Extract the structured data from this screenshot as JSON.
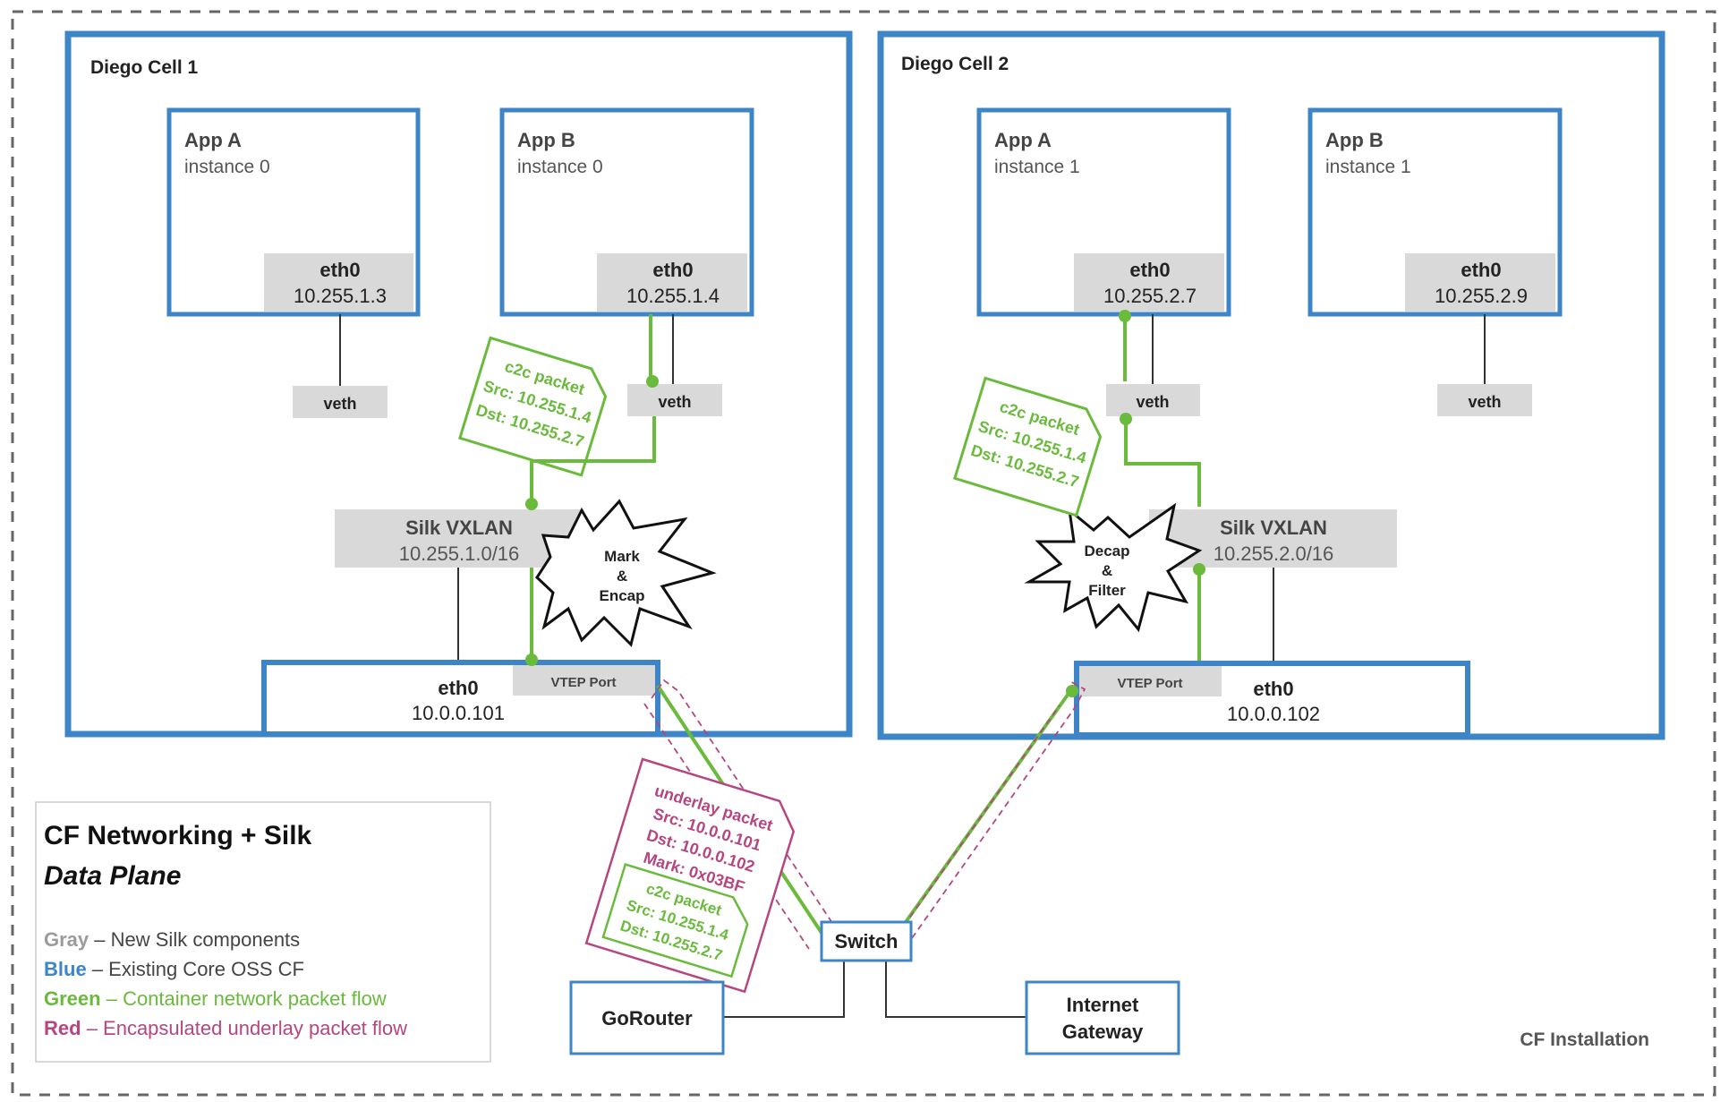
{
  "installation_label": "CF Installation",
  "cells": [
    {
      "title": "Diego Cell 1",
      "apps": [
        {
          "name": "App A",
          "instance": "instance 0",
          "iface": "eth0",
          "ip": "10.255.1.3",
          "veth": "veth"
        },
        {
          "name": "App B",
          "instance": "instance 0",
          "iface": "eth0",
          "ip": "10.255.1.4",
          "veth": "veth"
        }
      ],
      "silk": {
        "name": "Silk VXLAN",
        "subnet": "10.255.1.0/16"
      },
      "burst": [
        "Mark",
        "&",
        "Encap"
      ],
      "host": {
        "iface": "eth0",
        "ip": "10.0.0.101",
        "vtep": "VTEP Port"
      },
      "packet": [
        "c2c packet",
        "Src: 10.255.1.4",
        "Dst: 10.255.2.7"
      ]
    },
    {
      "title": "Diego Cell 2",
      "apps": [
        {
          "name": "App A",
          "instance": "instance 1",
          "iface": "eth0",
          "ip": "10.255.2.7",
          "veth": "veth"
        },
        {
          "name": "App B",
          "instance": "instance 1",
          "iface": "eth0",
          "ip": "10.255.2.9",
          "veth": "veth"
        }
      ],
      "silk": {
        "name": "Silk VXLAN",
        "subnet": "10.255.2.0/16"
      },
      "burst": [
        "Decap",
        "&",
        "Filter"
      ],
      "host": {
        "iface": "eth0",
        "ip": "10.0.0.102",
        "vtep": "VTEP Port"
      },
      "packet": [
        "c2c packet",
        "Src: 10.255.1.4",
        "Dst: 10.255.2.7"
      ]
    }
  ],
  "underlay_packet": [
    "underlay packet",
    "Src: 10.0.0.101",
    "Dst: 10.0.0.102",
    "Mark: 0x03BF"
  ],
  "inner_packet": [
    "c2c packet",
    "Src: 10.255.1.4",
    "Dst: 10.255.2.7"
  ],
  "switch_label": "Switch",
  "gorouter_label": "GoRouter",
  "gateway_label": [
    "Internet",
    "Gateway"
  ],
  "legend": {
    "title": "CF Networking + Silk",
    "subtitle": "Data Plane",
    "items": [
      {
        "key": "Gray",
        "desc": "– New Silk components",
        "key_color": "#9b9b9b",
        "desc_color": "#444444"
      },
      {
        "key": "Blue",
        "desc": "– Existing Core OSS CF",
        "key_color": "#3d85c6",
        "desc_color": "#444444"
      },
      {
        "key": "Green",
        "desc": "– Container network packet flow",
        "key_color": "#6aba3c",
        "desc_color": "#6aba3c"
      },
      {
        "key": "Red",
        "desc": "– Encapsulated underlay packet flow",
        "key_color": "#b5467f",
        "desc_color": "#b5467f"
      }
    ]
  },
  "colors": {
    "blue": "#3d85c6",
    "gray_box": "#d9d9d9",
    "green": "#6aba3c",
    "magenta": "#b5467f",
    "dark": "#333333",
    "text_gray": "#555555"
  }
}
